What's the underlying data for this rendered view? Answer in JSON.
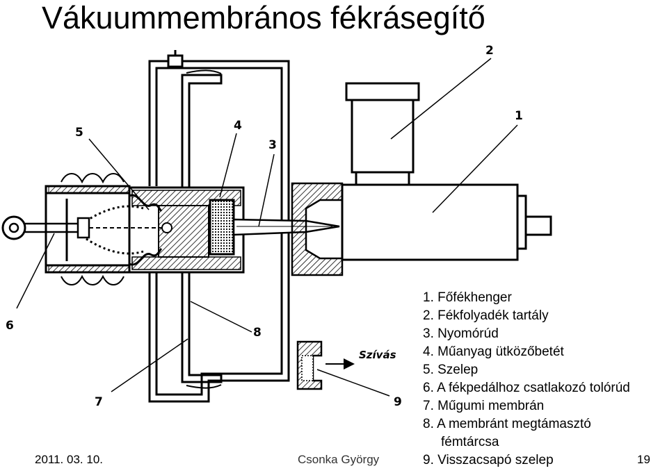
{
  "title": "Vákuummembrános fékrásegítő",
  "diagram": {
    "callouts": [
      "1",
      "2",
      "3",
      "4",
      "5",
      "6",
      "7",
      "8",
      "9"
    ],
    "inlet_label": "Szívás"
  },
  "legend": {
    "items": [
      "1. Főfékhenger",
      "2. Fékfolyadék tartály",
      "3. Nyomórúd",
      "4. Műanyag ütközőbetét",
      "5. Szelep",
      "6. A fékpedálhoz csatlakozó tolórúd",
      "7. Műgumi membrán",
      "8. A membránt megtámasztó",
      "fémtárcsa",
      "9. Visszacsapó szelep"
    ]
  },
  "footer": {
    "date": "2011. 03. 10.",
    "author": "Csonka György",
    "page": "19"
  }
}
